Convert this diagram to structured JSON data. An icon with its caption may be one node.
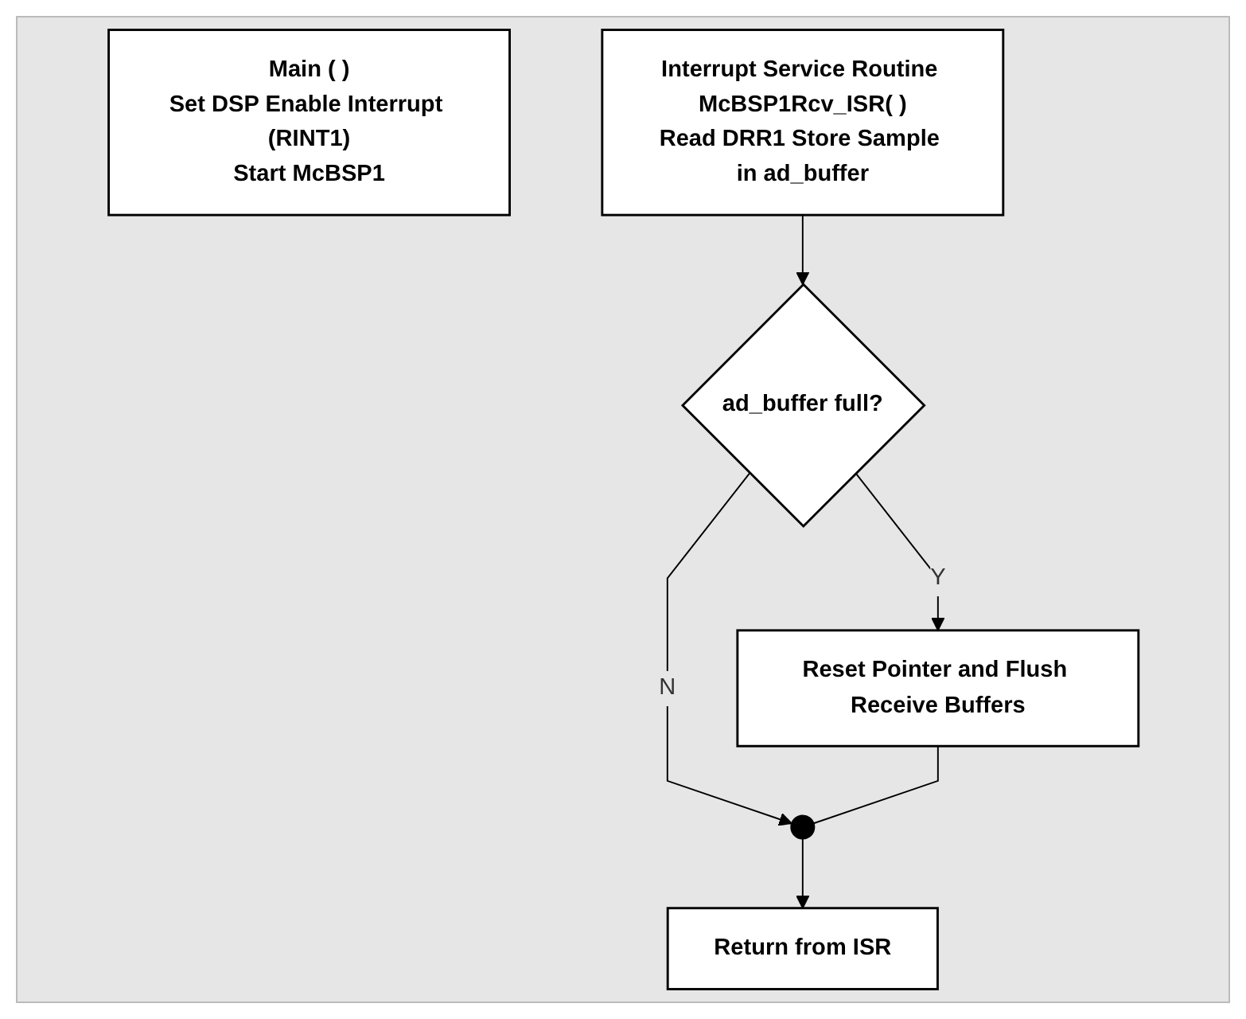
{
  "diagram": {
    "nodes": [
      {
        "text": [
          "Main ( )",
          "Set DSP Enable Interrupt (RINT1)",
          "Start McBSP1"
        ]
      },
      {
        "text": [
          "Interrupt Service Routine McBSP1Rcv_ISR( )",
          "Read DRR1 Store Sample in ad_buffer"
        ]
      },
      {
        "text": [
          "ad_buffer full?"
        ]
      },
      {
        "text": [
          "Reset Pointer and Flush Receive Buffers"
        ]
      },
      {
        "text": [],
        "shape": "circle"
      },
      {
        "text": [
          "Return from ISR"
        ]
      }
    ],
    "edges": [
      {
        "from": 1,
        "to": 2,
        "arrow": "to"
      },
      {
        "from": 2,
        "to": 3,
        "label": "Y",
        "arrow": "to"
      },
      {
        "from": 2,
        "to": 4,
        "label": "N",
        "arrow": "to"
      },
      {
        "from": 3,
        "to": 4,
        "arrow": "none"
      },
      {
        "from": 4,
        "to": 5,
        "arrow": "to"
      }
    ]
  }
}
